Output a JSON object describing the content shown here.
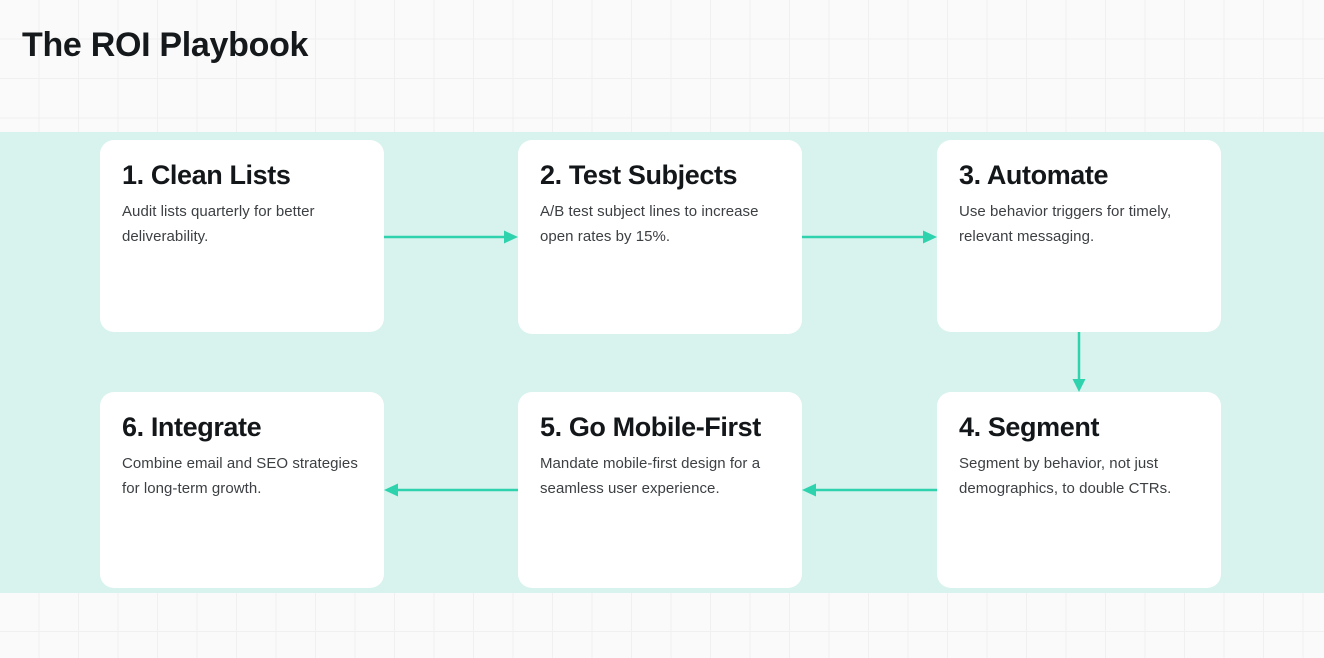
{
  "page": {
    "title": "The ROI Playbook",
    "background_color": "#fafafa",
    "band_color": "#d8f2ed",
    "card_color": "#ffffff",
    "accent_color": "#2ed3ae",
    "title_color": "#16191c",
    "body_color": "#3c4043"
  },
  "diagram_data": {
    "type": "flowchart",
    "flow": "serpentine",
    "rows": 2,
    "columns": 3,
    "steps": [
      {
        "number": 1,
        "title": "1. Clean Lists",
        "body": "Audit lists quarterly for better deliverability."
      },
      {
        "number": 2,
        "title": "2. Test Subjects",
        "body": "A/B test subject lines to increase open rates by 15%."
      },
      {
        "number": 3,
        "title": "3. Automate",
        "body": "Use behavior triggers for timely, relevant messaging."
      },
      {
        "number": 4,
        "title": "4. Segment",
        "body": "Segment by behavior, not just demographics, to double CTRs."
      },
      {
        "number": 5,
        "title": "5. Go Mobile-First",
        "body": "Mandate mobile-first design for a seamless user experience."
      },
      {
        "number": 6,
        "title": "6. Integrate",
        "body": "Combine email and SEO strategies for long-term growth."
      }
    ],
    "connectors": [
      {
        "from": 1,
        "to": 2,
        "direction": "right"
      },
      {
        "from": 2,
        "to": 3,
        "direction": "right"
      },
      {
        "from": 3,
        "to": 4,
        "direction": "down"
      },
      {
        "from": 4,
        "to": 5,
        "direction": "left"
      },
      {
        "from": 5,
        "to": 6,
        "direction": "left"
      }
    ]
  }
}
